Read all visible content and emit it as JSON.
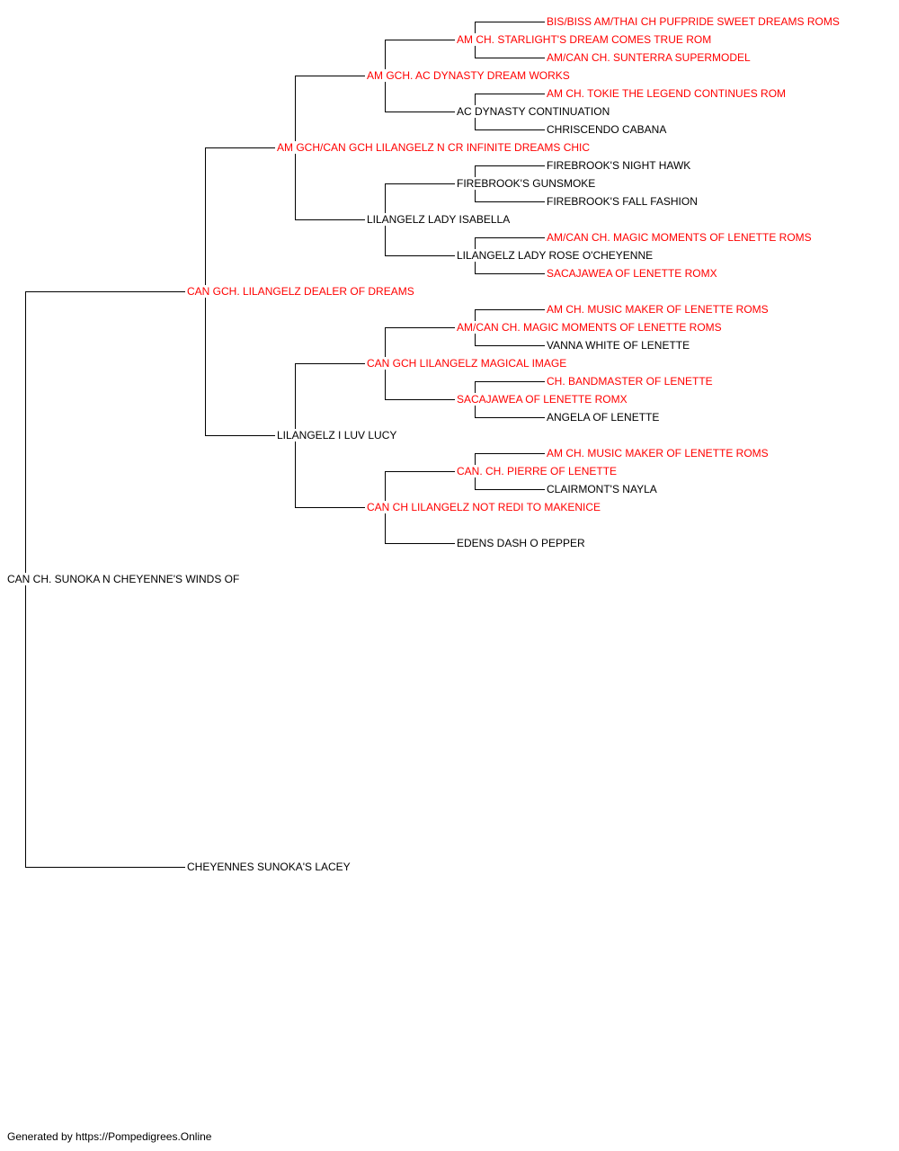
{
  "colors": {
    "titled": "#ff0000",
    "plain": "#000000",
    "line": "#000000"
  },
  "pedigree": {
    "subject": {
      "name": "CAN CH. SUNOKA N CHEYENNE'S WINDS OF",
      "titled": false
    },
    "sire": {
      "name": "CAN GCH. LILANGELZ DEALER OF DREAMS",
      "titled": true
    },
    "dam": {
      "name": "CHEYENNES SUNOKA'S LACEY",
      "titled": false
    },
    "sire_sire": {
      "name": "AM GCH/CAN GCH LILANGELZ N CR INFINITE DREAMS CHIC",
      "titled": true
    },
    "sire_dam": {
      "name": "LILANGELZ I LUV LUCY",
      "titled": false
    },
    "sss": {
      "name": "AM GCH. AC DYNASTY DREAM WORKS",
      "titled": true
    },
    "ssd": {
      "name": "LILANGELZ LADY ISABELLA",
      "titled": false
    },
    "sds": {
      "name": "CAN GCH LILANGELZ MAGICAL IMAGE",
      "titled": true
    },
    "sdd": {
      "name": "CAN CH LILANGELZ NOT REDI TO MAKENICE",
      "titled": true
    },
    "ssss": {
      "name": "AM CH. STARLIGHT'S DREAM COMES TRUE ROM",
      "titled": true
    },
    "sssd": {
      "name": "AC DYNASTY CONTINUATION",
      "titled": false
    },
    "ssds": {
      "name": "FIREBROOK'S GUNSMOKE",
      "titled": false
    },
    "ssdd": {
      "name": "LILANGELZ LADY ROSE O'CHEYENNE",
      "titled": false
    },
    "sdss": {
      "name": "AM/CAN CH. MAGIC MOMENTS OF LENETTE ROMS",
      "titled": true
    },
    "sdsd": {
      "name": "SACAJAWEA OF LENETTE ROMX",
      "titled": true
    },
    "sdds": {
      "name": "CAN. CH. PIERRE OF LENETTE",
      "titled": true
    },
    "sddd": {
      "name": "EDENS DASH O PEPPER",
      "titled": false
    },
    "sssss": {
      "name": "BIS/BISS AM/THAI CH PUFPRIDE SWEET DREAMS ROMS",
      "titled": true
    },
    "ssssd": {
      "name": "AM/CAN CH. SUNTERRA SUPERMODEL",
      "titled": true
    },
    "sssds": {
      "name": "AM CH. TOKIE THE LEGEND CONTINUES ROM",
      "titled": true
    },
    "sssdd": {
      "name": "CHRISCENDO CABANA",
      "titled": false
    },
    "ssdss": {
      "name": "FIREBROOK'S NIGHT HAWK",
      "titled": false
    },
    "ssdsd": {
      "name": "FIREBROOK'S FALL FASHION",
      "titled": false
    },
    "ssdds": {
      "name": "AM/CAN CH. MAGIC MOMENTS OF LENETTE ROMS",
      "titled": true
    },
    "ssddd": {
      "name": "SACAJAWEA OF LENETTE ROMX",
      "titled": true
    },
    "sdsss": {
      "name": "AM CH. MUSIC MAKER OF LENETTE ROMS",
      "titled": true
    },
    "sdssd": {
      "name": "VANNA WHITE OF LENETTE",
      "titled": false
    },
    "sdsds": {
      "name": "CH. BANDMASTER OF LENETTE",
      "titled": true
    },
    "sdsdd": {
      "name": "ANGELA OF LENETTE",
      "titled": false
    },
    "sddss": {
      "name": "AM CH. MUSIC MAKER OF LENETTE ROMS",
      "titled": true
    },
    "sddsd": {
      "name": "CLAIRMONT'S NAYLA",
      "titled": false
    }
  },
  "footer": "Generated by https://Pompedigrees.Online"
}
